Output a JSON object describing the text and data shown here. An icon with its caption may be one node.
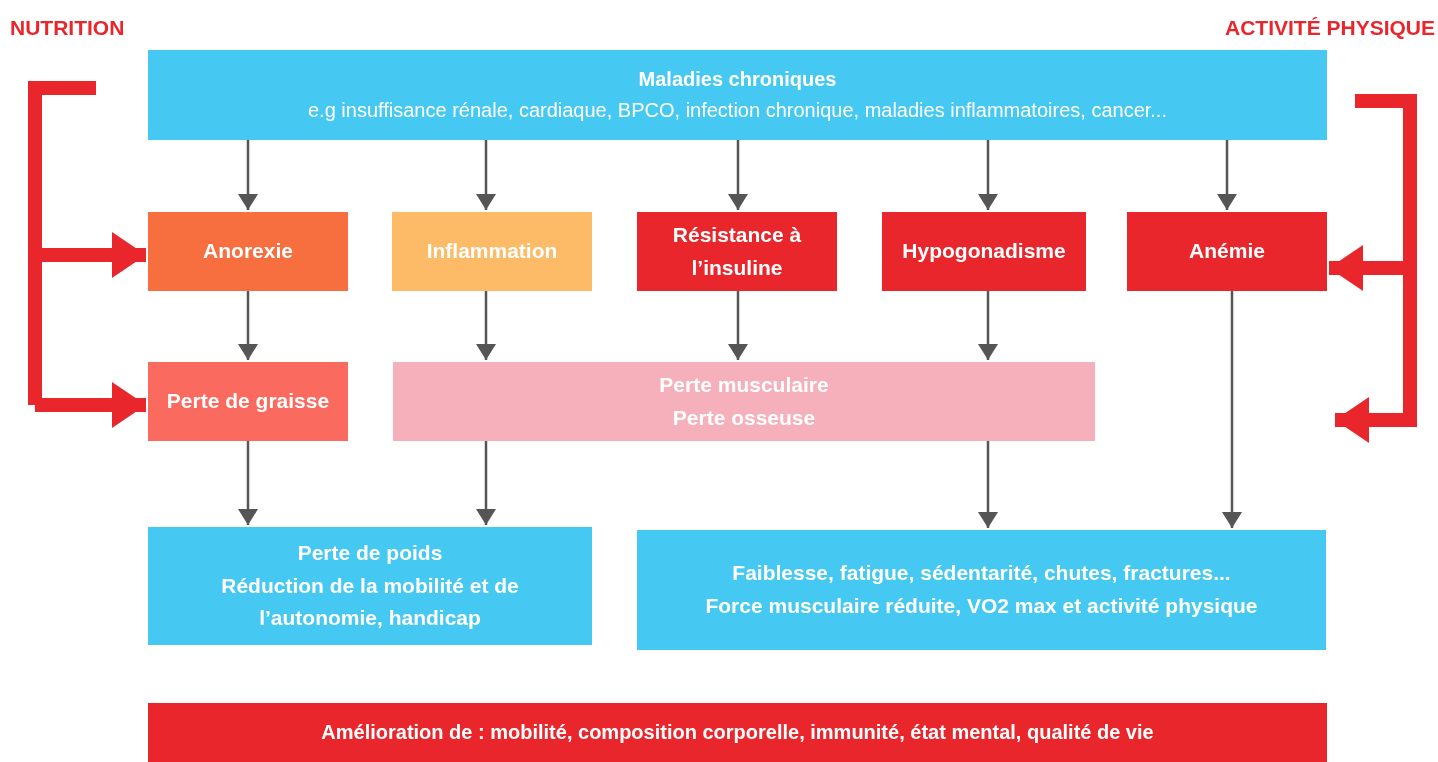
{
  "diagram": {
    "nodes": [
      {
        "text": [
          "Maladies chroniques",
          "e.g insuffisance rénale, cardiaque, BPCO, infection chronique, maladies inflammatoires, cancer..."
        ]
      },
      {
        "text": [
          "Anorexie"
        ]
      },
      {
        "text": [
          "Inflammation"
        ]
      },
      {
        "text": [
          "Résistance à l’insuline"
        ]
      },
      {
        "text": [
          "Hypogonadisme"
        ]
      },
      {
        "text": [
          "Anémie"
        ]
      },
      {
        "text": [
          "Perte de graisse"
        ]
      },
      {
        "text": [
          "Perte musculaire",
          "Perte osseuse"
        ]
      },
      {
        "text": [
          "Perte de poids",
          "Réduction de la mobilité et de l’autonomie, handicap"
        ]
      },
      {
        "text": [
          "Faiblesse, fatigue, sédentarité, chutes, fractures...",
          "Force musculaire réduite, VO2 max et activité physique"
        ]
      },
      {
        "text": [
          "Amélioration de : mobilité, composition corporelle, immunité, état mental, qualité de vie"
        ]
      }
    ],
    "edges": [
      {
        "from": 0,
        "to": 1,
        "arrow": "to"
      },
      {
        "from": 0,
        "to": 2,
        "arrow": "to"
      },
      {
        "from": 0,
        "to": 3,
        "arrow": "to"
      },
      {
        "from": 0,
        "to": 4,
        "arrow": "to"
      },
      {
        "from": 0,
        "to": 5,
        "arrow": "to"
      },
      {
        "from": 1,
        "to": 6,
        "arrow": "to"
      },
      {
        "from": 2,
        "to": 7,
        "arrow": "to"
      },
      {
        "from": 3,
        "to": 7,
        "arrow": "to"
      },
      {
        "from": 4,
        "to": 7,
        "arrow": "to"
      },
      {
        "from": 5,
        "to": 9,
        "arrow": "to"
      },
      {
        "from": 6,
        "to": 8,
        "arrow": "to"
      },
      {
        "from": 7,
        "to": 8,
        "arrow": "to"
      },
      {
        "from": 7,
        "to": 9,
        "arrow": "to"
      },
      {
        "from": null,
        "to": 1,
        "arrow": "to",
        "style": "thick",
        "color": "#e8262c"
      },
      {
        "from": null,
        "to": 6,
        "arrow": "to",
        "style": "thick",
        "color": "#e8262c"
      },
      {
        "from": null,
        "to": 5,
        "arrow": "to",
        "style": "thick",
        "color": "#e8262c"
      }
    ],
    "labels": [
      "NUTRITION",
      "ACTIVITÉ PHYSIQUE"
    ]
  }
}
